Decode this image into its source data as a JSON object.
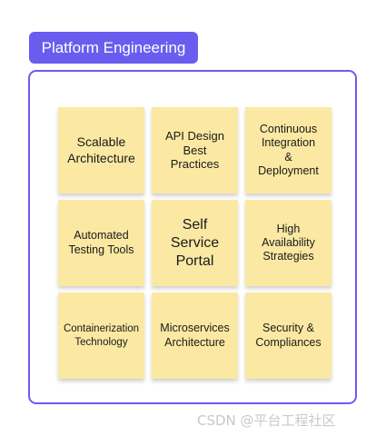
{
  "title": "Platform Engineering",
  "notes": [
    {
      "text": "Scalable\nArchitecture"
    },
    {
      "text": "API Design\nBest\nPractices"
    },
    {
      "text": "Continuous\nIntegration\n&\nDeployment"
    },
    {
      "text": "Automated\nTesting Tools"
    },
    {
      "text": "Self\nService\nPortal"
    },
    {
      "text": "High\nAvailability\nStrategies"
    },
    {
      "text": "Containerization\nTechnology"
    },
    {
      "text": "Microservices\nArchitecture"
    },
    {
      "text": "Security &\nCompliances"
    }
  ],
  "watermark": "CSDN @平台工程社区",
  "colors": {
    "accent": "#6b5cf0",
    "sticky_note": "#fbe9a3"
  }
}
